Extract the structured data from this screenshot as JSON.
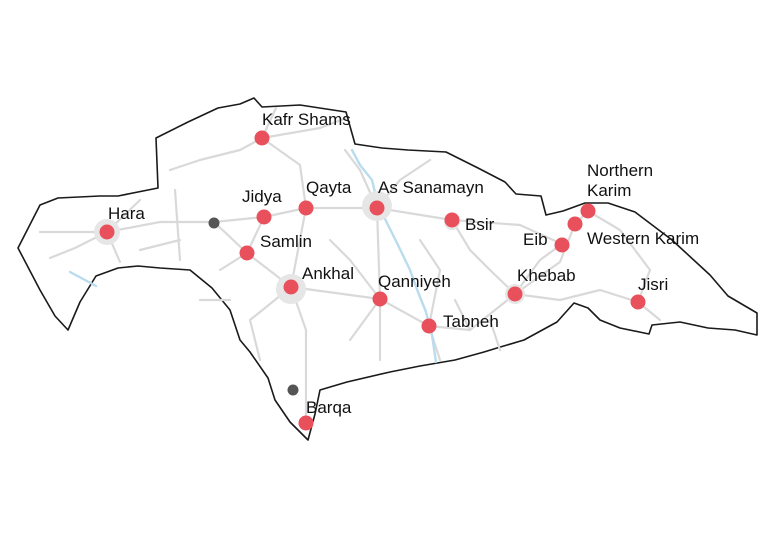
{
  "map": {
    "colors": {
      "boundary": "#1a1a1a",
      "land": "#ffffff",
      "roads": "#d9d9d9",
      "water": "#b9dcef",
      "settlement": "#e6e6e6",
      "marker": "#e8505b",
      "minor_marker": "#555555",
      "label": "#111111"
    },
    "places": [
      {
        "id": "kafr-shams",
        "name": "Kafr Shams"
      },
      {
        "id": "qayta",
        "name": "Qayta"
      },
      {
        "id": "as-sanamayn",
        "name": "As Sanamayn"
      },
      {
        "id": "jidya",
        "name": "Jidya"
      },
      {
        "id": "hara",
        "name": "Hara"
      },
      {
        "id": "samlin",
        "name": "Samlin"
      },
      {
        "id": "bsir",
        "name": "Bsir"
      },
      {
        "id": "northern-karim",
        "name": "Northern Karim"
      },
      {
        "id": "western-karim",
        "name": "Western Karim"
      },
      {
        "id": "eib",
        "name": "Eib"
      },
      {
        "id": "ankhal",
        "name": "Ankhal"
      },
      {
        "id": "qanniyeh",
        "name": "Qanniyeh"
      },
      {
        "id": "khebab",
        "name": "Khebab"
      },
      {
        "id": "jisri",
        "name": "Jisri"
      },
      {
        "id": "tabneh",
        "name": "Tabneh"
      },
      {
        "id": "barqa",
        "name": "Barqa"
      }
    ],
    "minor_points": [
      "junction-west",
      "junction-south"
    ]
  }
}
